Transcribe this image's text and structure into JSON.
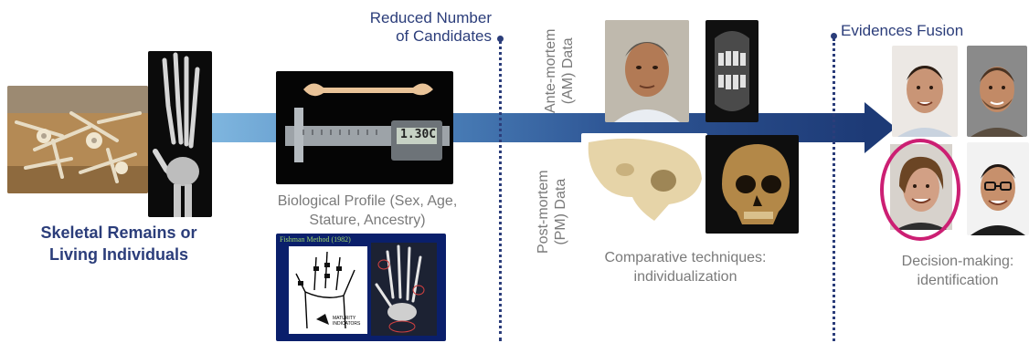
{
  "labels": {
    "skeletal_line1": "Skeletal Remains or",
    "skeletal_line2": "Living Individuals",
    "bio_profile_line1": "Biological Profile (Sex, Age,",
    "bio_profile_line2": "Stature, Ancestry)",
    "reduced_line1": "Reduced Number",
    "reduced_line2": "of Candidates",
    "am_line1": "Ante-mortem",
    "am_line2": "(AM) Data",
    "pm_line1": "Post-mortem",
    "pm_line2": "(PM) Data",
    "comparative_line1": "Comparative techniques:",
    "comparative_line2": "individualization",
    "evidences_fusion": "Evidences Fusion",
    "decision_line1": "Decision-making:",
    "decision_line2": "identification"
  },
  "caliper_display": "1.30C",
  "fishman_title": "Fishman Method (1982)",
  "maturity_label": "MATURITY INDICATORS",
  "colors": {
    "arrow_dark": "#1d3a76",
    "arrow_light": "#7fb6df",
    "title_navy": "#2b3d7a",
    "highlight_circle": "#cc1f73",
    "gray_text": "#7a7a7a"
  }
}
